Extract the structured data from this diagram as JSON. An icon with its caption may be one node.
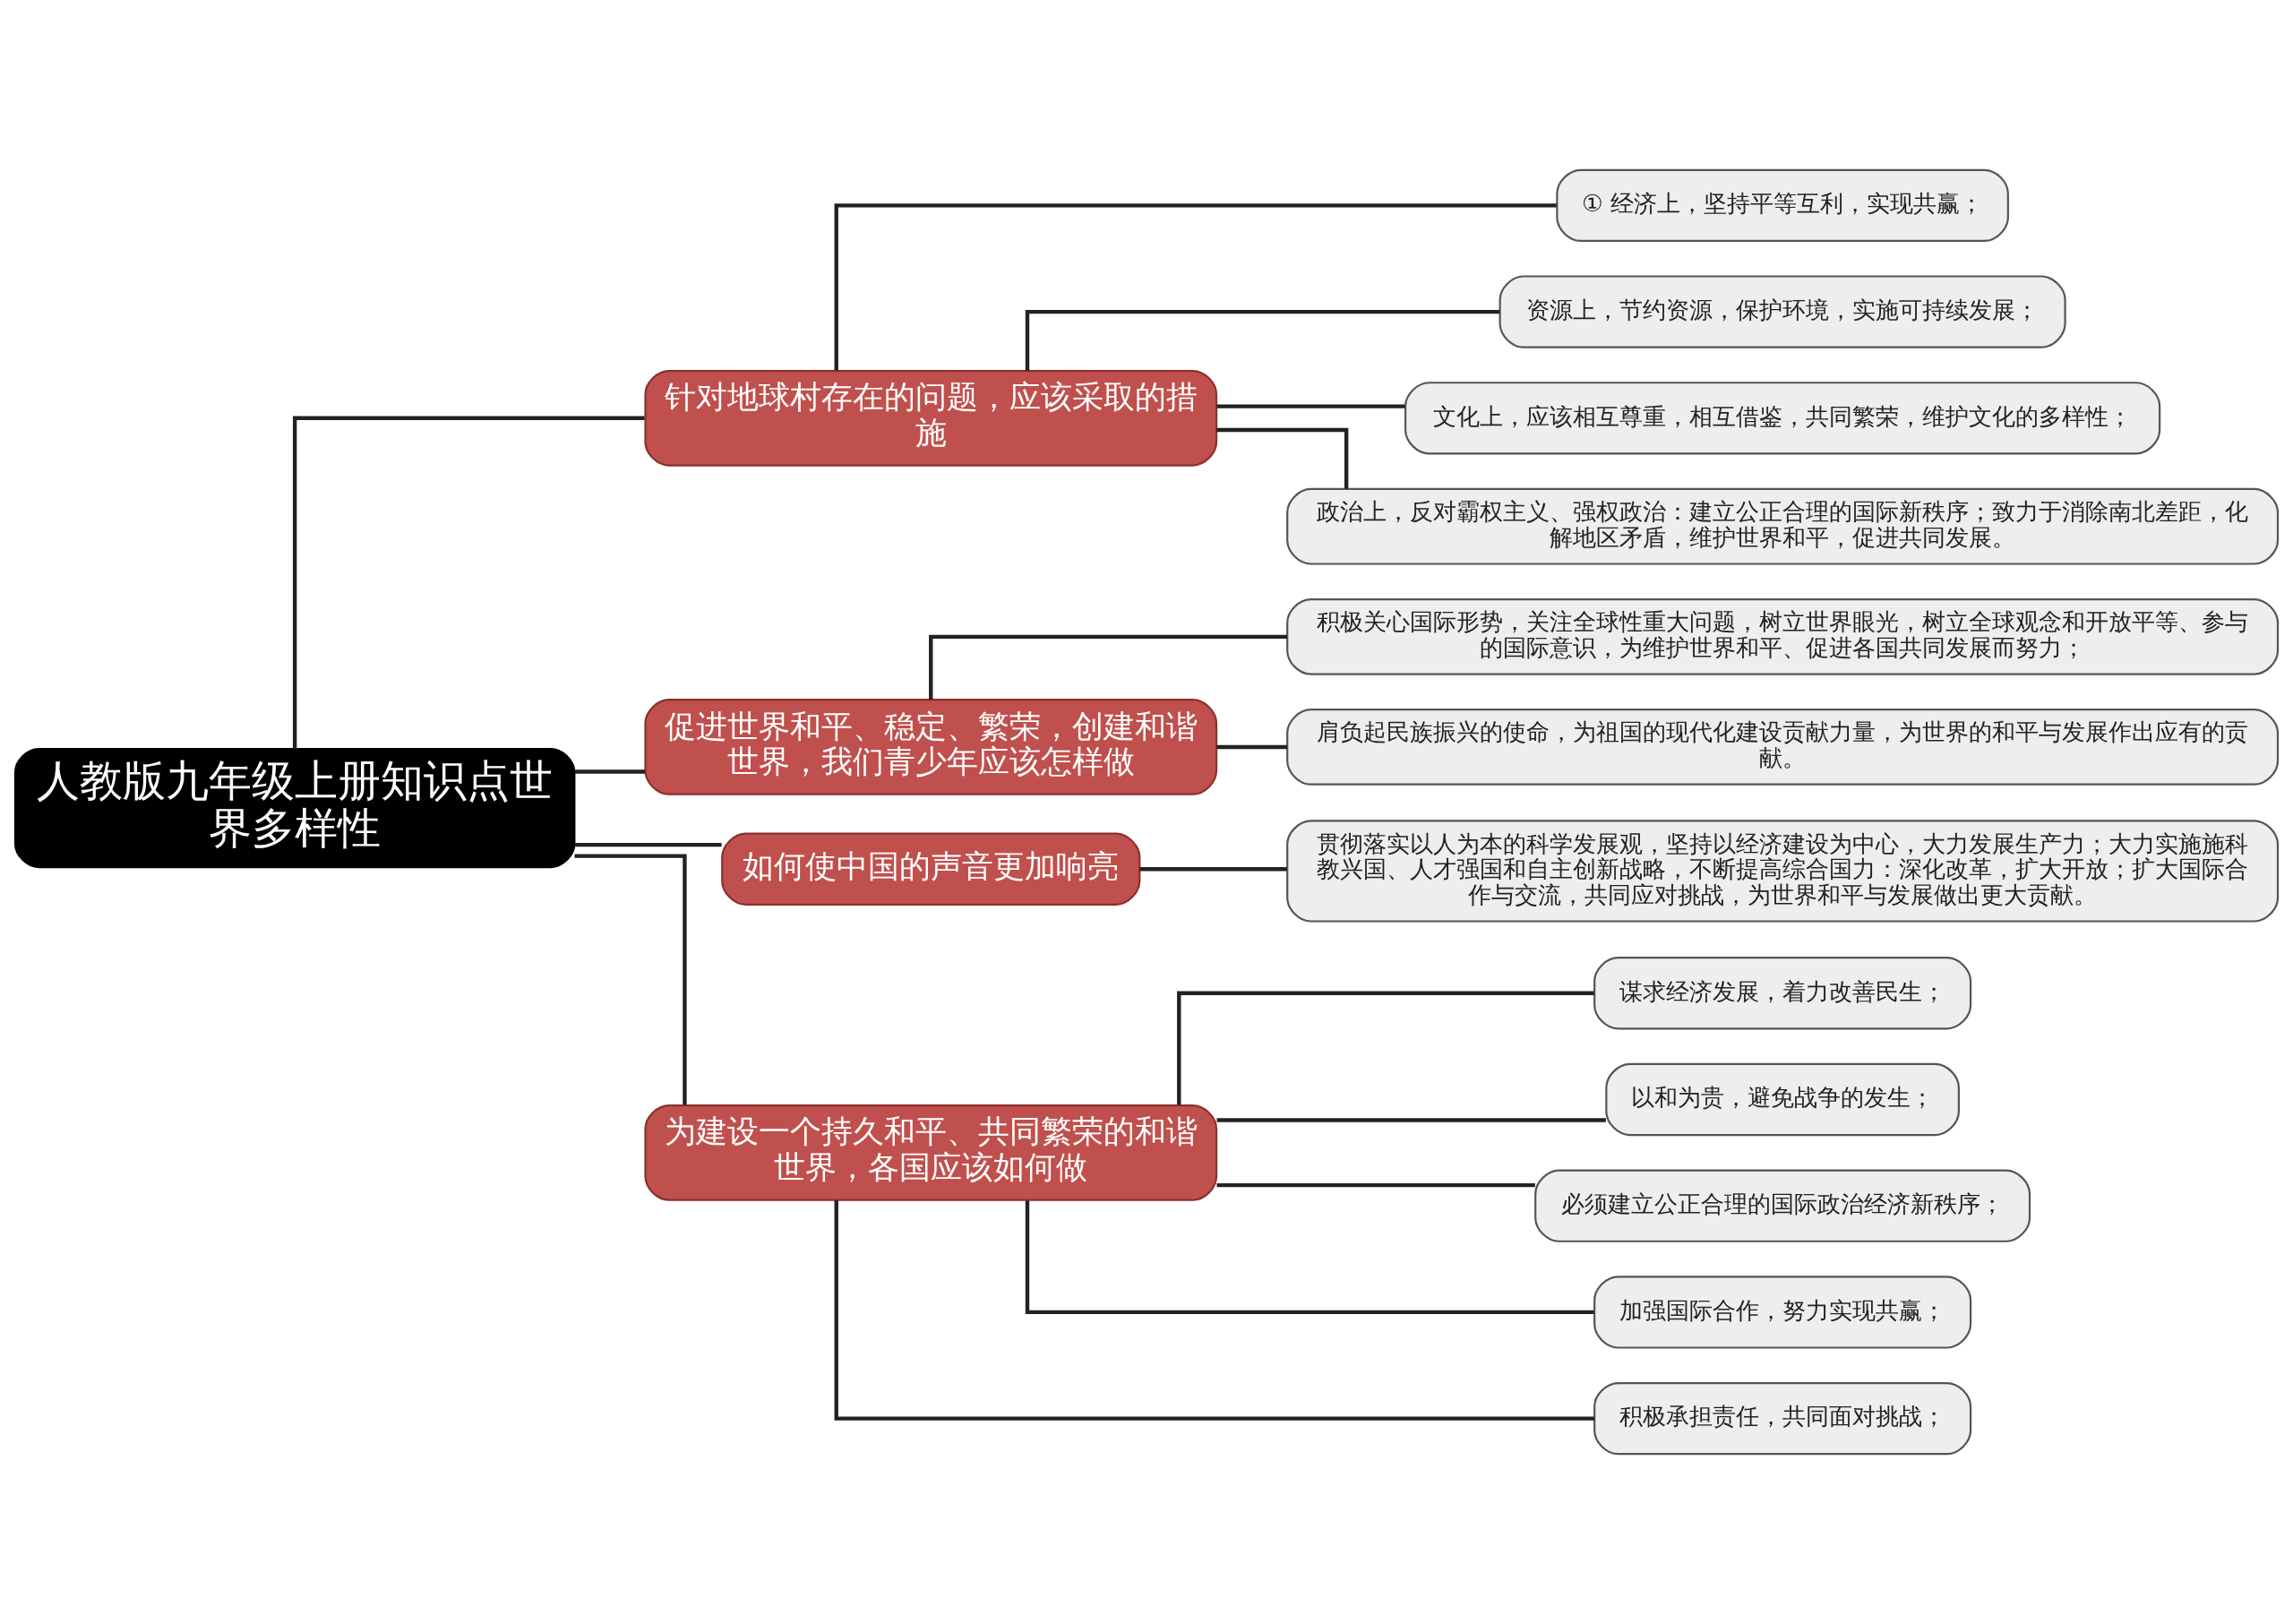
{
  "diagram": {
    "nodes": [
      {
        "text": [
          "人教版九年级上册知识点世界多样性"
        ]
      },
      {
        "text": [
          "针对地球村存在的问题，应该采取的措施"
        ]
      },
      {
        "text": [
          "① 经济上，坚持平等互利，实现共赢；"
        ]
      },
      {
        "text": [
          "资源上，节约资源，保护环境，实施可持续发展；"
        ]
      },
      {
        "text": [
          "文化上，应该相互尊重，相互借鉴，共同繁荣，维护文化的多样性；"
        ]
      },
      {
        "text": [
          "政治上，反对霸权主义、强权政治：建立公正合理的国际新秩序；致力于消除南北差距，化解地区矛盾，维护世界和平，促进共同发展。"
        ]
      },
      {
        "text": [
          "促进世界和平、稳定、繁荣，创建和谐世界，我们青少年应该怎样做"
        ]
      },
      {
        "text": [
          "积极关心国际形势，关注全球性重大问题，树立世界眼光，树立全球观念和开放平等、参与的国际意识，为维护世界和平、促进各国共同发展而努力；"
        ]
      },
      {
        "text": [
          "肩负起民族振兴的使命，为祖国的现代化建设贡献力量，为世界的和平与发展作出应有的贡献。"
        ]
      },
      {
        "text": [
          "如何使中国的声音更加响亮"
        ]
      },
      {
        "text": [
          "贯彻落实以人为本的科学发展观，坚持以经济建设为中心，大力发展生产力；大力实施施科教兴国、人才强国和自主创新战略，不断提高综合国力：深化改革，扩大开放；扩大国际合作与交流，共同应对挑战，为世界和平与发展做出更大贡献。"
        ]
      },
      {
        "text": [
          "为建设一个持久和平、共同繁荣的和谐世界，各国应该如何做"
        ]
      },
      {
        "text": [
          "谋求经济发展，着力改善民生；"
        ]
      },
      {
        "text": [
          "以和为贵，避免战争的发生；"
        ]
      },
      {
        "text": [
          "必须建立公正合理的国际政治经济新秩序；"
        ]
      },
      {
        "text": [
          "加强国际合作，努力实现共赢；"
        ]
      },
      {
        "text": [
          "积极承担责任，共同面对挑战；"
        ]
      }
    ],
    "edges": [
      {
        "from": 0,
        "to": 1,
        "arrow": "none"
      },
      {
        "from": 1,
        "to": 2,
        "arrow": "none"
      },
      {
        "from": 1,
        "to": 3,
        "arrow": "none"
      },
      {
        "from": 1,
        "to": 4,
        "arrow": "none"
      },
      {
        "from": 1,
        "to": 5,
        "arrow": "none"
      },
      {
        "from": 0,
        "to": 6,
        "arrow": "none"
      },
      {
        "from": 6,
        "to": 7,
        "arrow": "none"
      },
      {
        "from": 6,
        "to": 8,
        "arrow": "none"
      },
      {
        "from": 0,
        "to": 9,
        "arrow": "none"
      },
      {
        "from": 9,
        "to": 10,
        "arrow": "none"
      },
      {
        "from": 0,
        "to": 11,
        "arrow": "none"
      },
      {
        "from": 11,
        "to": 12,
        "arrow": "none"
      },
      {
        "from": 11,
        "to": 13,
        "arrow": "none"
      },
      {
        "from": 11,
        "to": 14,
        "arrow": "none"
      },
      {
        "from": 11,
        "to": 15,
        "arrow": "none"
      },
      {
        "from": 11,
        "to": 16,
        "arrow": "none"
      }
    ]
  }
}
